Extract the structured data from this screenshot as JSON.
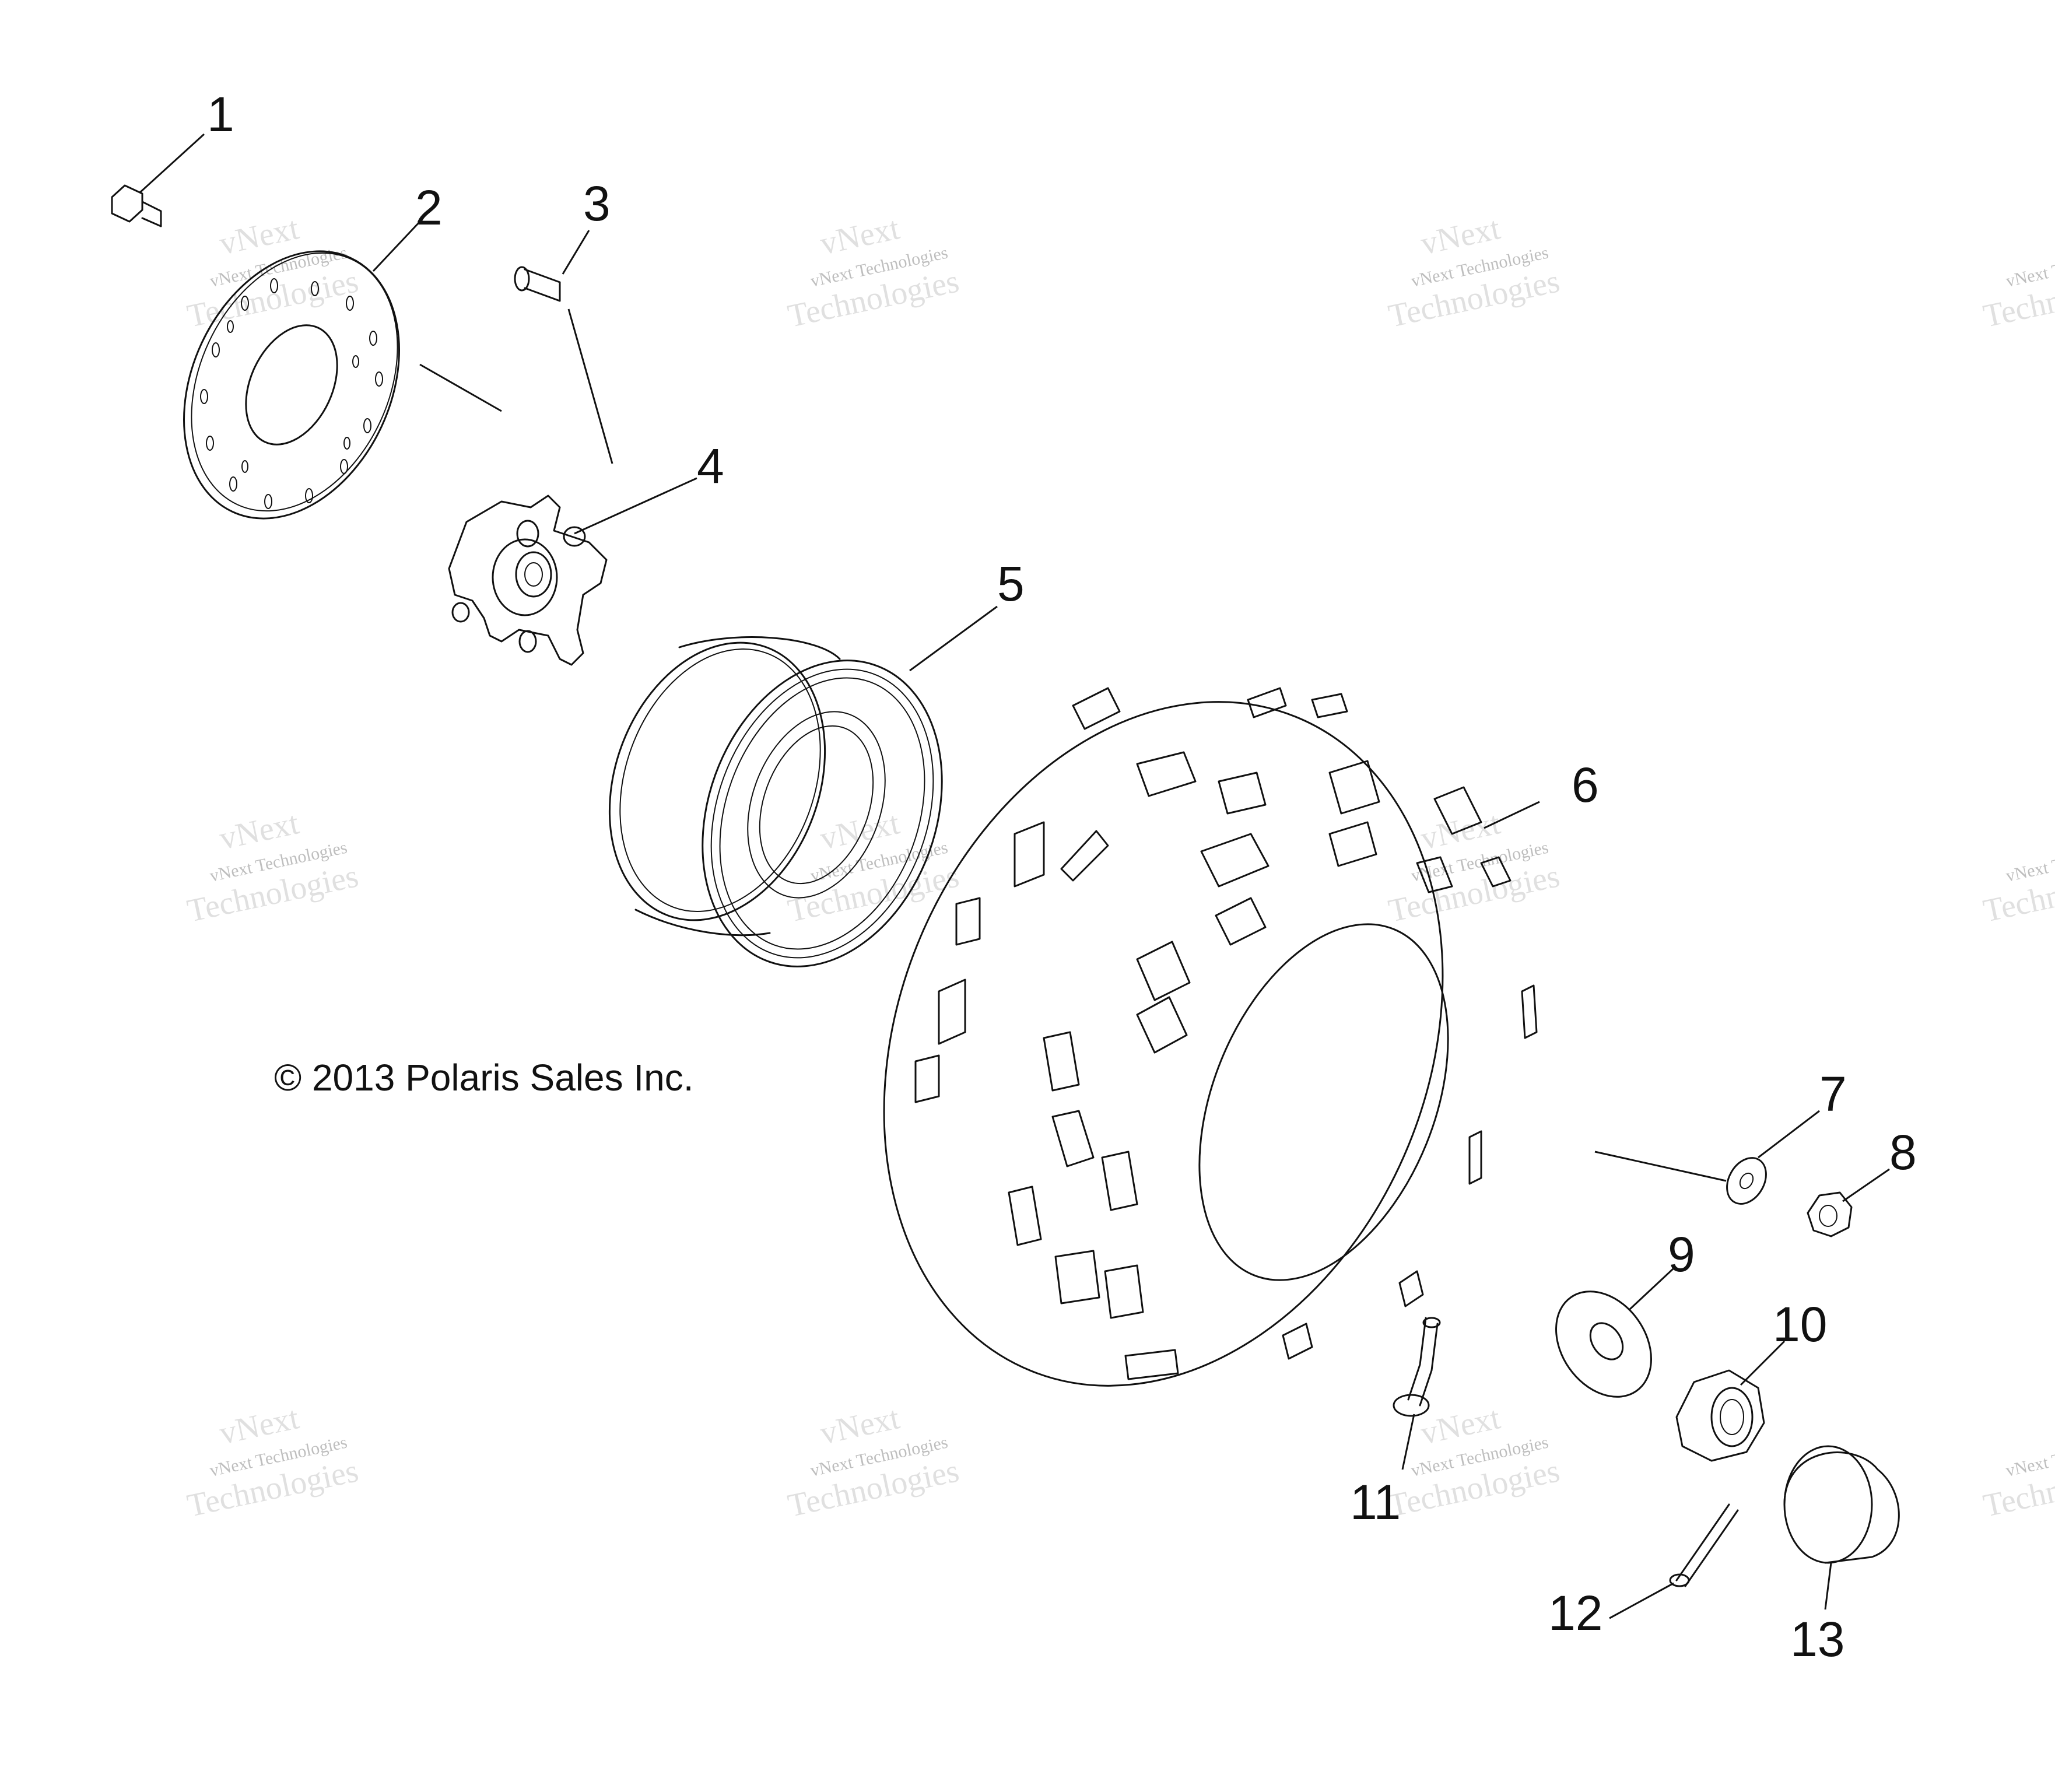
{
  "diagram": {
    "copyright": "© 2013 Polaris Sales Inc.",
    "callouts": [
      "1",
      "2",
      "3",
      "4",
      "5",
      "6",
      "7",
      "8",
      "9",
      "10",
      "11",
      "12",
      "13"
    ],
    "watermark": {
      "line1": "vNext Technologies",
      "line2": "vNext",
      "line3": "Technologies"
    }
  }
}
